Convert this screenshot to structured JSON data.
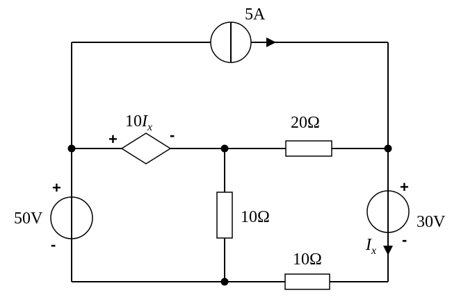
{
  "labels": {
    "current_source": "5A",
    "dependent_source_coef": "10",
    "dependent_source_var": "I",
    "dependent_source_sub": "x",
    "r_top": "20Ω",
    "r_middle": "10Ω",
    "r_bottom": "10Ω",
    "v_left": "50V",
    "v_right": "30V",
    "current_var": "I",
    "current_sub": "x"
  },
  "signs": {
    "plus": "+",
    "minus": "-"
  }
}
